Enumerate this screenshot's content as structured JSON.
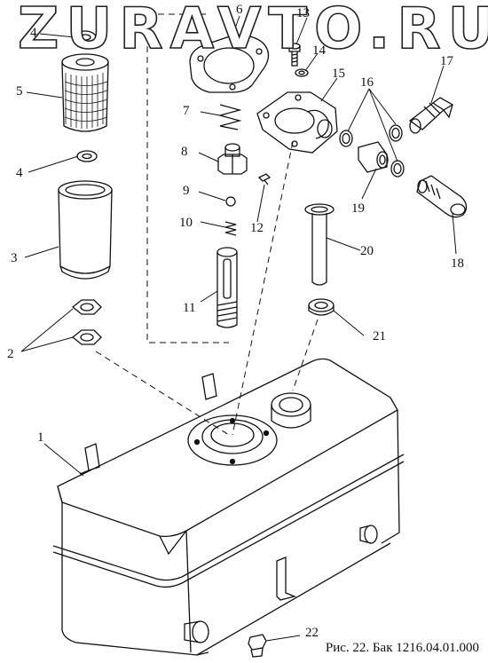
{
  "watermark": "ZURAVTO.RU",
  "caption": "Рис. 22. Бак 1216.04.01.000",
  "callouts": {
    "c1": "1",
    "c2": "2",
    "c3": "3",
    "c4a": "4",
    "c4b": "4",
    "c5": "5",
    "c6": "6",
    "c7": "7",
    "c8": "8",
    "c9": "9",
    "c10": "10",
    "c11": "11",
    "c12": "12",
    "c13": "13",
    "c14": "14",
    "c15": "15",
    "c16": "16",
    "c17": "17",
    "c18": "18",
    "c19": "19",
    "c20": "20",
    "c21": "21",
    "c22": "22"
  }
}
